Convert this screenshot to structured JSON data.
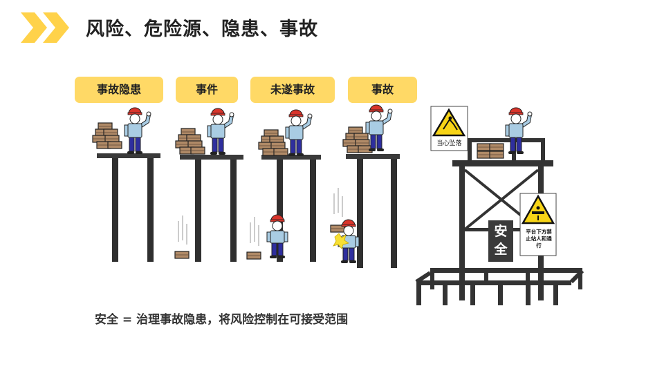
{
  "header": {
    "title": "风险、危险源、隐患、事故"
  },
  "labels": [
    "事故隐患",
    "事件",
    "未遂事故",
    "事故"
  ],
  "signs": {
    "warning1": "当心坠落",
    "safe": "安全",
    "warning2": "平台下方禁止站人和通行"
  },
  "summary": "安全 = 治理事故隐患，将风险控制在可接受范围",
  "colors": {
    "accent": "#FFD966",
    "chevron": "#FFD24A",
    "worker_shirt": "#A9CCE3",
    "worker_pants": "#2E2E9E",
    "helmet": "#D9342B",
    "box": "#B08A67",
    "frame": "#333333"
  }
}
